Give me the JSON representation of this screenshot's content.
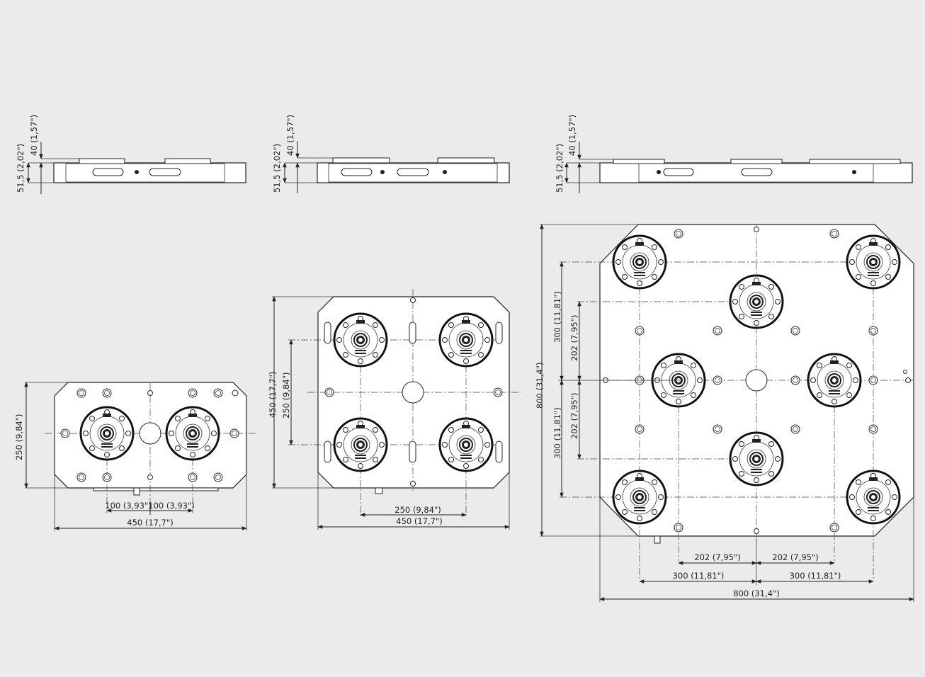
{
  "colors": {
    "background": "#ebebeb",
    "line": "#222222",
    "fill": "#ffffff"
  },
  "views": {
    "small": {
      "side_height_label": "51,5 (2,02\")",
      "side_top_label": "40 (1,57\")",
      "height_label": "250 (9,84\")",
      "spacing_left_label": "100 (3,93\")",
      "spacing_right_label": "100 (3,93\")",
      "width_label": "450 (17,7\")"
    },
    "medium": {
      "side_height_label": "51,5 (2,02\")",
      "side_top_label": "40 (1,57\")",
      "height_label": "450 (17,7\")",
      "spacing_v_label": "250 (9,84\")",
      "spacing_h_label": "250 (9,84\")",
      "width_label": "450 (17,7\")"
    },
    "large": {
      "side_height_label": "51,5 (2,02\")",
      "side_top_label": "40 (1,57\")",
      "height_label": "800 (31,4\")",
      "v_300_top_label": "300 (11,81\")",
      "v_202_top_label": "202 (7,95\")",
      "v_202_bottom_label": "202 (7,95\")",
      "v_300_bottom_label": "300 (11,81\")",
      "h_202_left_label": "202 (7,95\")",
      "h_202_right_label": "202 (7,95\")",
      "h_300_left_label": "300 (11,81\")",
      "h_300_right_label": "300 (11,81\")",
      "width_label": "800 (31,4\")"
    }
  }
}
